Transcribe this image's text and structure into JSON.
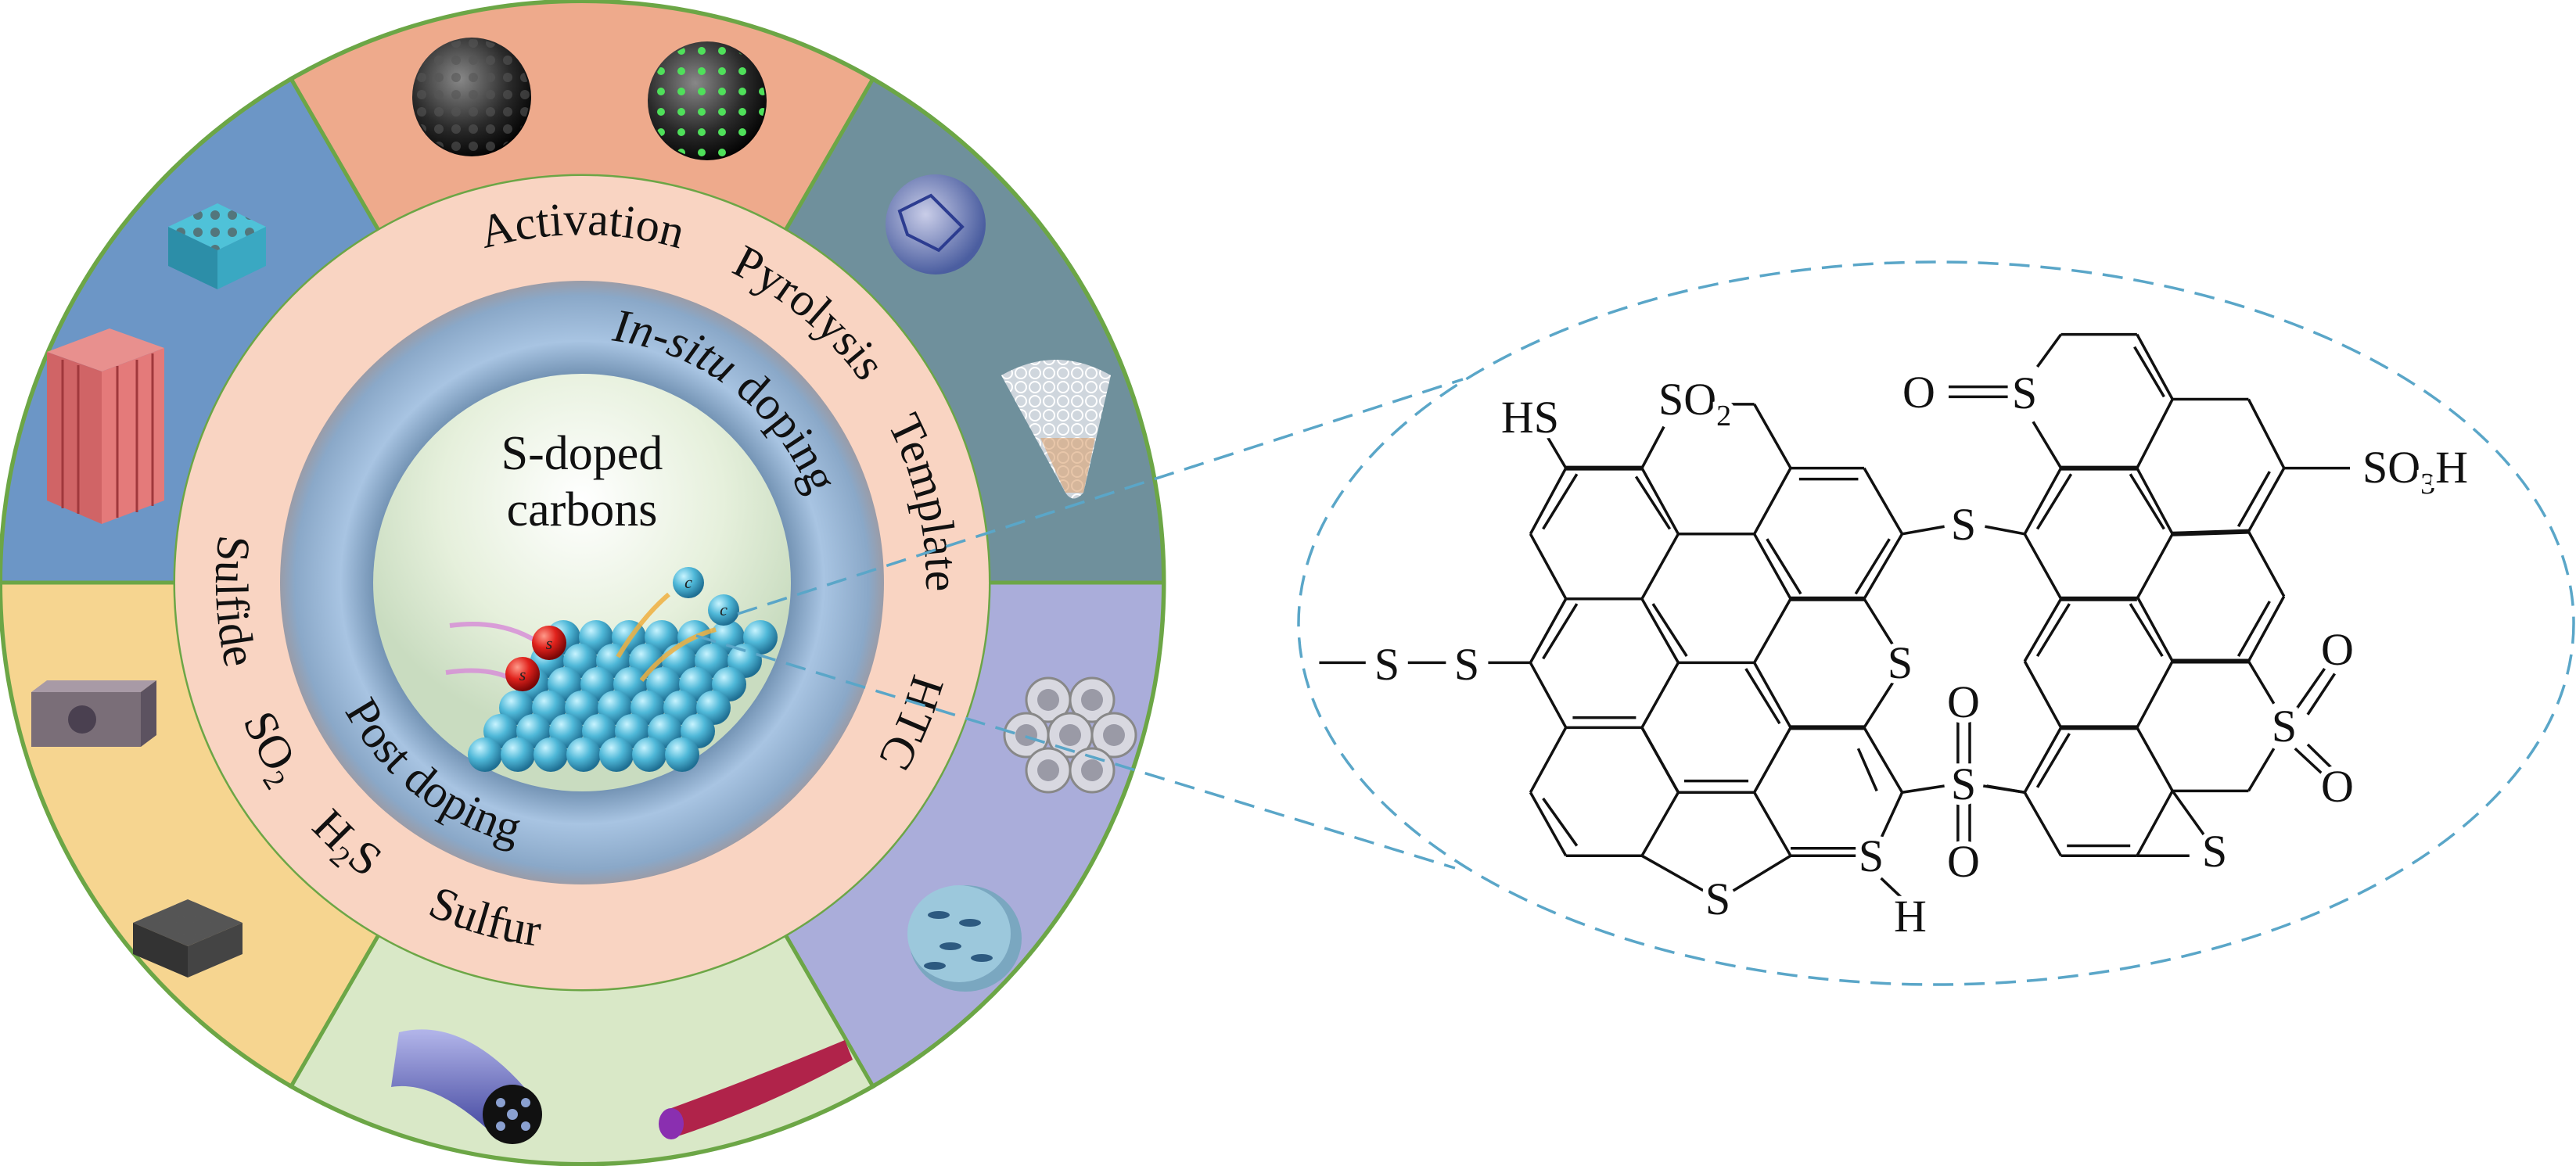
{
  "wheel": {
    "center_title_line1": "S-doped",
    "center_title_line2": "carbons",
    "center_balls": {
      "sulfur": "s",
      "carbon": "c"
    },
    "in_situ": {
      "italic": "In-situ",
      "rest": " doping"
    },
    "post_doping": "Post doping",
    "methods": {
      "activation": "Activation",
      "pyrolysis": "Pyrolysis",
      "template": "Template",
      "htc": "HTC",
      "sulfide": "Sulfide",
      "so2": {
        "main": "SO",
        "sub": "2"
      },
      "h2s": {
        "main": "H",
        "sub": "2",
        "tail": "S"
      },
      "sulfur": "Sulfur"
    },
    "sector_colors": {
      "top": "#eeaa8c",
      "top_right": "#6f909c",
      "right": "#aaadda",
      "bottom": "#d9e8c7",
      "bottom_left": "#f6d590",
      "left": "#6c96c6"
    }
  },
  "molecule": {
    "hs": "HS",
    "so2": {
      "main": "SO",
      "sub": "2"
    },
    "so3h": {
      "main": "SO",
      "sub": "3",
      "tail": "H"
    },
    "o": "O",
    "s": "S",
    "h": "H",
    "disulfide_s": "S"
  }
}
